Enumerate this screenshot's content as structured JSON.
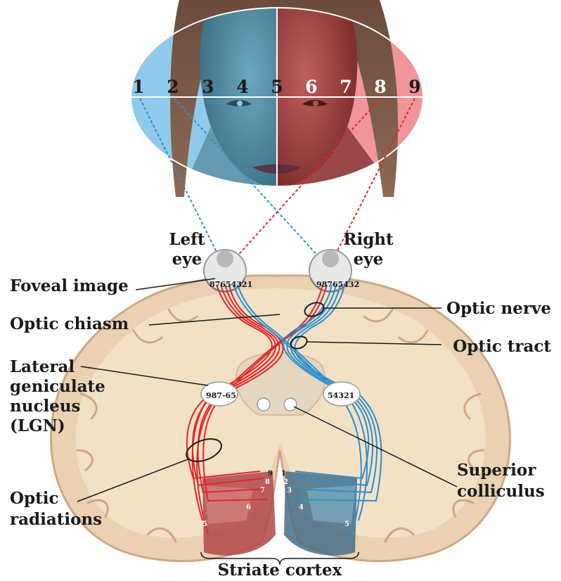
{
  "colors": {
    "left_field": "#8fcaea",
    "right_field": "#f2959a",
    "red_path": "#e2262b",
    "blue_path": "#2c8fd0",
    "brain": "#ead1b1",
    "cortex_fold": "#cfa785"
  },
  "field_numbers": [
    "1",
    "2",
    "3",
    "4",
    "5",
    "6",
    "7",
    "8",
    "9"
  ],
  "left_retina_numbers": "87654321",
  "right_retina_numbers": "98765432",
  "left_lgn_numbers": "987-65",
  "right_lgn_numbers": "54321",
  "left_cortex_numbers": [
    "9",
    "8",
    "7",
    "6",
    "5"
  ],
  "right_cortex_numbers": [
    "1",
    "2",
    "3",
    "4",
    "5"
  ],
  "labels": {
    "left_eye_1": "Left",
    "left_eye_2": "eye",
    "right_eye_1": "Right",
    "right_eye_2": "eye",
    "foveal_image": "Foveal image",
    "optic_chiasm": "Optic chiasm",
    "lgn_1": "Lateral",
    "lgn_2": "geniculate",
    "lgn_3": "nucleus",
    "lgn_4": "(LGN)",
    "optic_radiations_1": "Optic",
    "optic_radiations_2": "radiations",
    "optic_nerve": "Optic nerve",
    "optic_tract": "Optic tract",
    "superior_colliculus_1": "Superior",
    "superior_colliculus_2": "colliculus",
    "striate_cortex": "Striate cortex"
  }
}
